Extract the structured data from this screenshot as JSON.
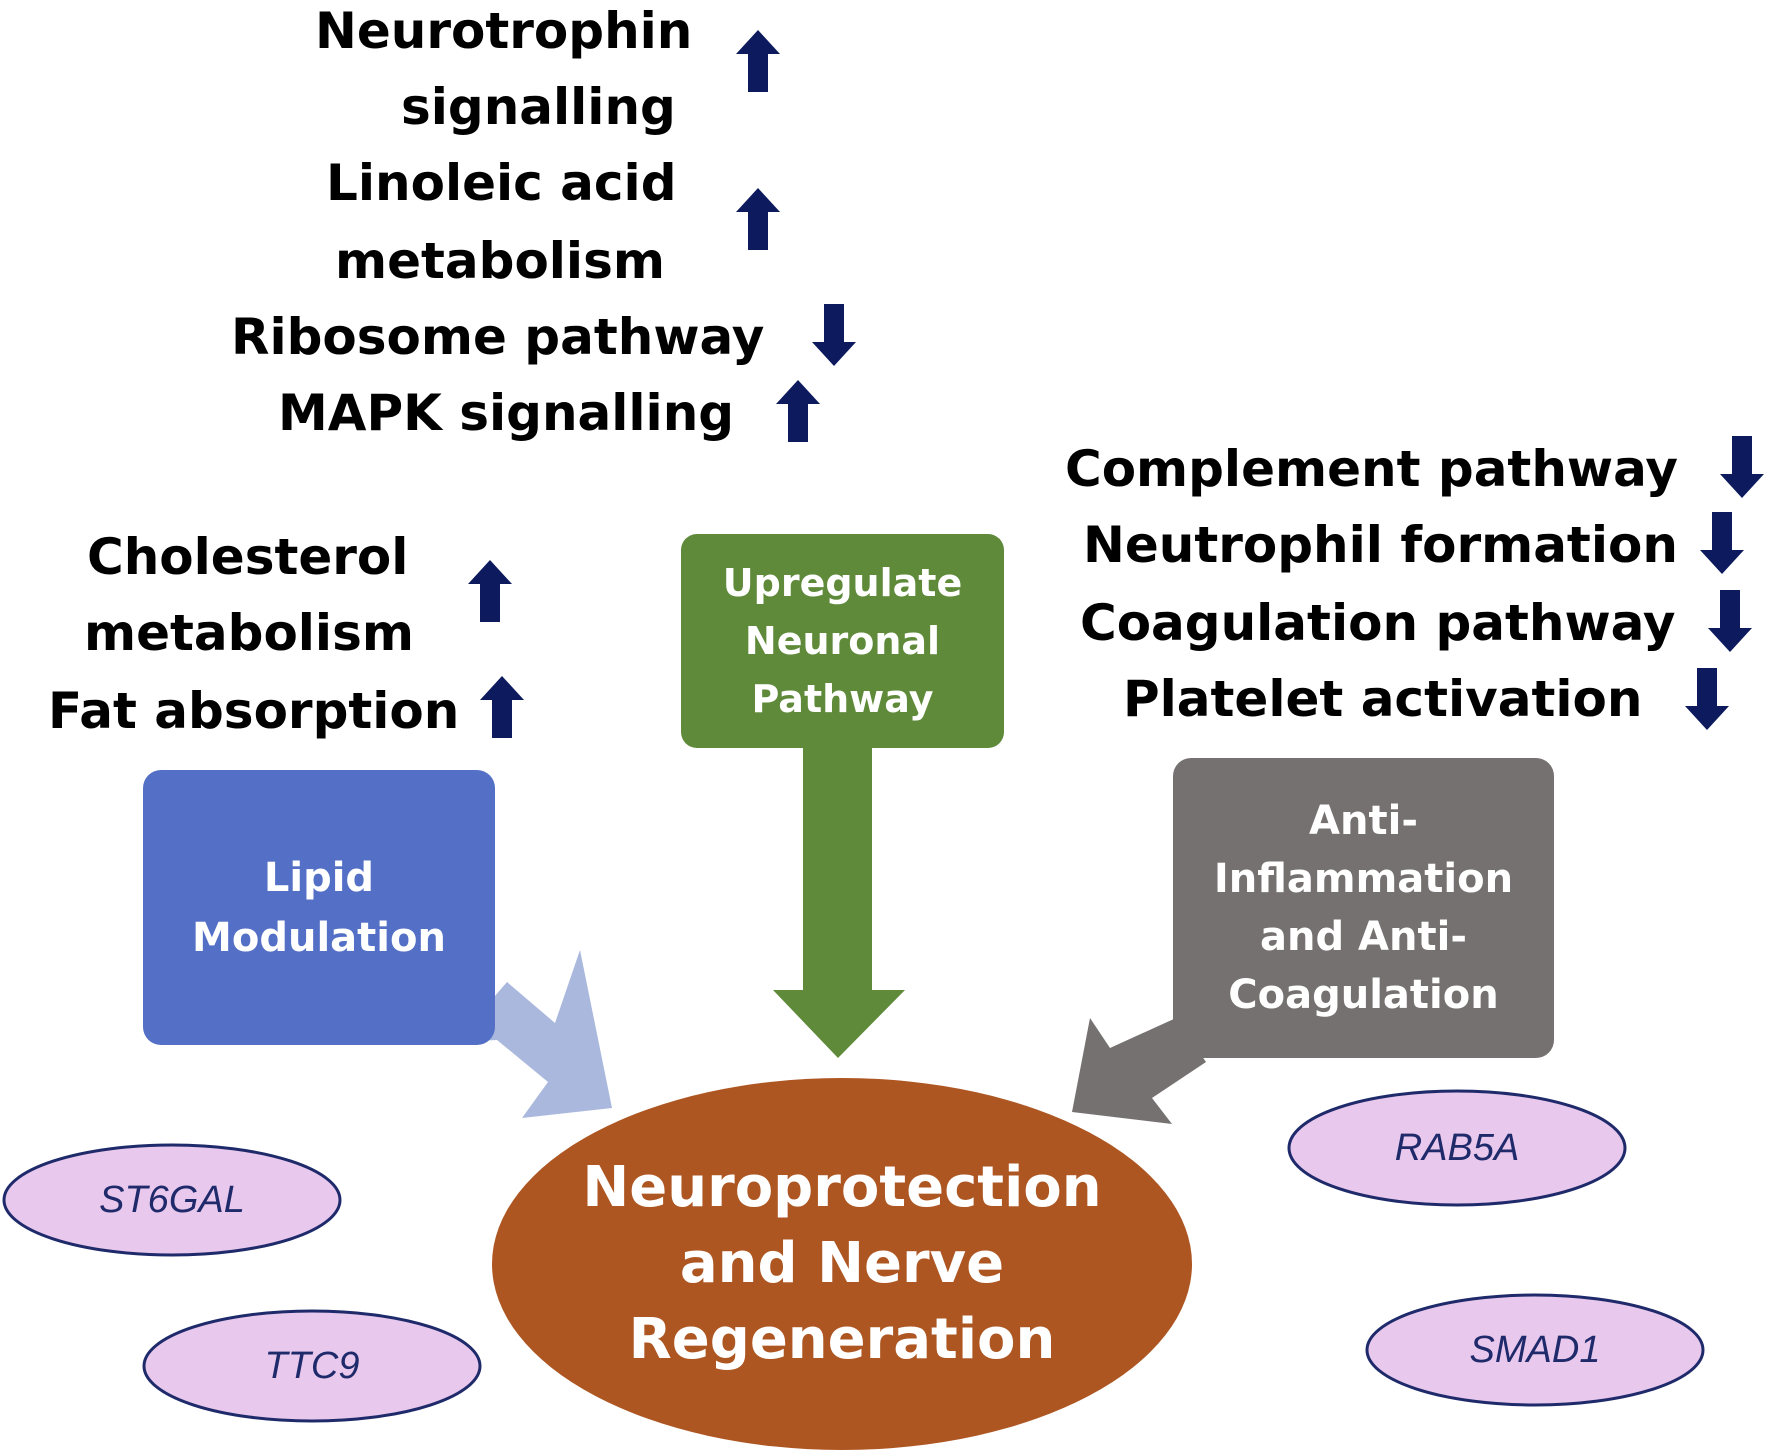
{
  "colors": {
    "arrow_icon": "#0d1b5e",
    "lipid_box": "#5470c6",
    "lipid_arrow": "#aab8dd",
    "neuronal_box": "#5f8a3a",
    "neuronal_arrow": "#5f8a3a",
    "inflammation_box": "#767171",
    "inflammation_arrow": "#767171",
    "center_ellipse": "#ad5622",
    "gene_fill": "#e8c8ec",
    "gene_stroke": "#1f2a6b"
  },
  "neuronal_pathways": [
    {
      "lines": [
        "Neurotrophin",
        "signalling"
      ],
      "direction": "up"
    },
    {
      "lines": [
        "Linoleic acid",
        "metabolism"
      ],
      "direction": "up"
    },
    {
      "lines": [
        "Ribosome pathway"
      ],
      "direction": "down"
    },
    {
      "lines": [
        "MAPK signalling"
      ],
      "direction": "up"
    }
  ],
  "lipid_pathways": [
    {
      "lines": [
        "Cholesterol",
        "metabolism"
      ],
      "direction": "up"
    },
    {
      "lines": [
        "Fat absorption"
      ],
      "direction": "up"
    }
  ],
  "inflammation_pathways": [
    {
      "lines": [
        "Complement pathway"
      ],
      "direction": "down"
    },
    {
      "lines": [
        "Neutrophil formation"
      ],
      "direction": "down"
    },
    {
      "lines": [
        "Coagulation pathway"
      ],
      "direction": "down"
    },
    {
      "lines": [
        "Platelet activation"
      ],
      "direction": "down"
    }
  ],
  "boxes": {
    "lipid": [
      "Lipid",
      "Modulation"
    ],
    "neuronal": [
      "Upregulate",
      "Neuronal",
      "Pathway"
    ],
    "inflammation": [
      "Anti-",
      "Inflammation",
      "and Anti-",
      "Coagulation"
    ]
  },
  "center": [
    "Neuroprotection",
    "and Nerve",
    "Regeneration"
  ],
  "genes": {
    "st6gal": "ST6GAL",
    "ttc9": "TTC9",
    "rab5a": "RAB5A",
    "smad1": "SMAD1"
  }
}
